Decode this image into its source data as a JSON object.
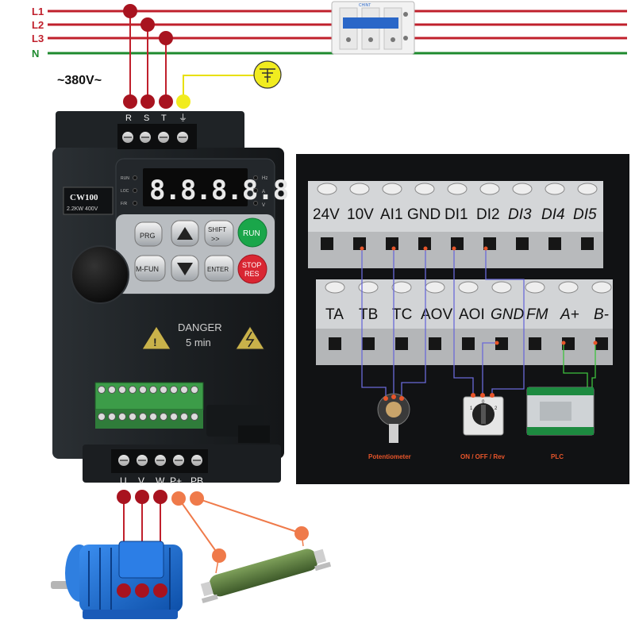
{
  "supply": {
    "lines": [
      "L1",
      "L2",
      "L3",
      "N"
    ],
    "voltage": "~380V~"
  },
  "breaker": {
    "brand": "CHINT"
  },
  "inverter": {
    "input_terminals": [
      "R",
      "S",
      "T",
      "⏚"
    ],
    "model": "CW100",
    "rating": "2.2KW 400V",
    "display": "8.8.8.8.8",
    "status_left": [
      "RUN",
      "LOC",
      "F/R"
    ],
    "status_right": [
      "Hz",
      "A",
      "V"
    ],
    "keys": {
      "prg": "PRG",
      "shift_top": "SHIFT",
      "shift_bottom": ">>",
      "run": "RUN",
      "mfun": "M-FUN",
      "enter": "ENTER",
      "stop_top": "STOP",
      "stop_bottom": "RES"
    },
    "warning_title": "DANGER",
    "warning_time": "5 min",
    "output_terminals": [
      "U",
      "V",
      "W",
      "P+",
      "PB"
    ]
  },
  "control_terminals": {
    "top_row": [
      "24V",
      "10V",
      "AI1",
      "GND",
      "DI1",
      "DI2",
      "DI3",
      "DI4",
      "DI5"
    ],
    "bottom_row": [
      "TA",
      "TB",
      "TC",
      "AOV",
      "AOI",
      "GND",
      "FM",
      "A+",
      "B-"
    ]
  },
  "devices": {
    "potentiometer": "Potentiometer",
    "selector": "ON / OFF / Rev",
    "selector_marks": [
      "1",
      "0",
      "2"
    ],
    "plc": "PLC"
  },
  "colors": {
    "line": "#c0202c",
    "neutral": "#1e8a2e",
    "earth": "#e8e000",
    "brake": "#ef7a4a",
    "signal": "#6a6ad8",
    "comm": "#3ec23e",
    "drive_body": "#1f2326",
    "motor": "#1f6fd6"
  }
}
